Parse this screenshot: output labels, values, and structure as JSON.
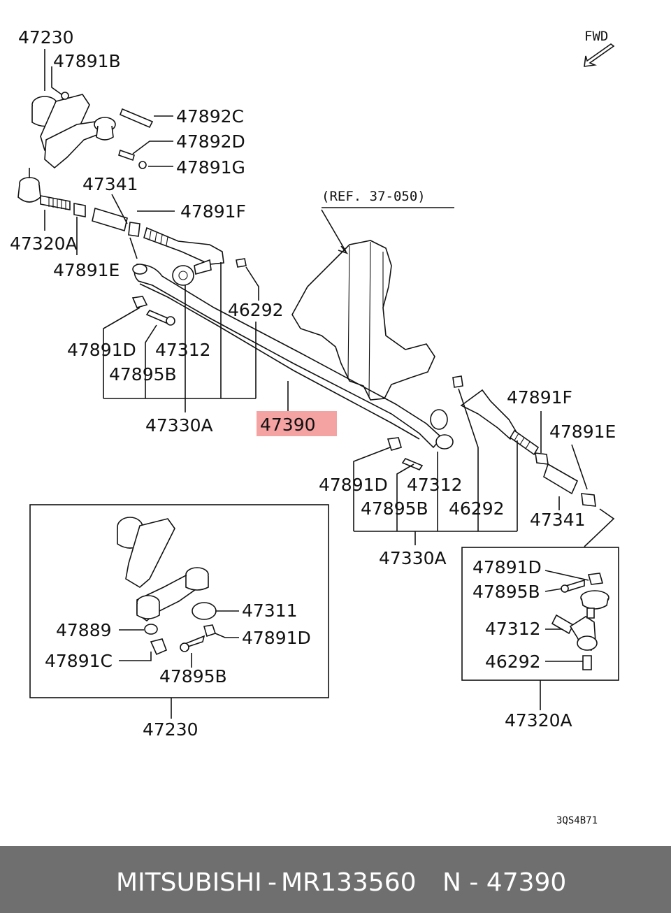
{
  "diagram": {
    "fwd_label": "FWD",
    "ref_label": "(REF. 37-050)",
    "code_label": "3QS4B71",
    "highlight_color": "#f4a2a2",
    "labels": {
      "l_47230_top": "47230",
      "l_47891b": "47891B",
      "l_47892c": "47892C",
      "l_47892d": "47892D",
      "l_47891g": "47891G",
      "l_47341_l": "47341",
      "l_47891f_l": "47891F",
      "l_47320a_l": "47320A",
      "l_47891e_l": "47891E",
      "l_46292_l": "46292",
      "l_47891d_l": "47891D",
      "l_47312_l": "47312",
      "l_47895b_l": "47895B",
      "l_47330a_l": "47330A",
      "l_47390": "47390",
      "l_47891f_r": "47891F",
      "l_47891e_r": "47891E",
      "l_47891d_r": "47891D",
      "l_47312_r": "47312",
      "l_46292_r": "46292",
      "l_47895b_r": "47895B",
      "l_47341_r": "47341",
      "l_47330a_r": "47330A",
      "l_47311": "47311",
      "l_47889": "47889",
      "l_47891d_box": "47891D",
      "l_47891c": "47891C",
      "l_47895b_box": "47895B",
      "l_47230_bottom": "47230",
      "l_47891d_rbox": "47891D",
      "l_47895b_rbox": "47895B",
      "l_47312_rbox": "47312",
      "l_46292_rbox": "46292",
      "l_47320a_r": "47320A"
    }
  },
  "footer": {
    "brand": "MITSUBISHI",
    "separator": "-",
    "part_number": "MR133560",
    "ref": "N - 47390",
    "background": "#6f6f6f"
  }
}
